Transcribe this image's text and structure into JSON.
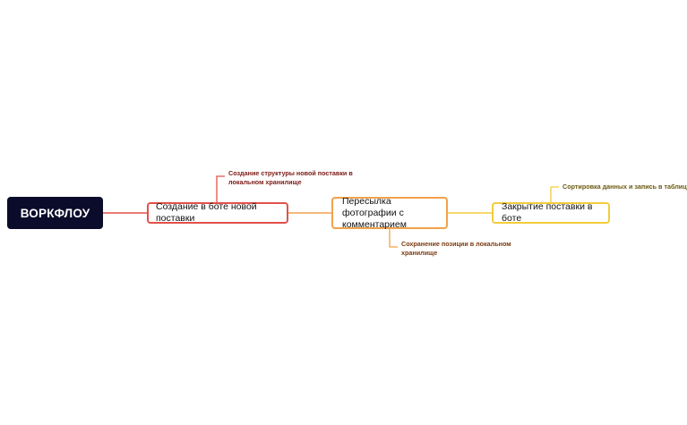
{
  "diagram": {
    "root": {
      "label": "ВОРКФЛОУ",
      "background": "#0b0b2b",
      "text_color": "#ffffff"
    },
    "steps": [
      {
        "label": "Создание в боте новой поставки",
        "border_color": "#e2514a",
        "note": "Создание структуры новой поставки в локальном хранилище",
        "note_color": "#7a1a16"
      },
      {
        "label": "Пересылка фотографии с комментарием",
        "border_color": "#f2a24a",
        "note": "Сохранение позиции в локальном хранилище",
        "note_color": "#7a3a10"
      },
      {
        "label": "Закрытие поставки в боте",
        "border_color": "#f2cc3c",
        "note": "Сортировка данных и запись в таблицу",
        "note_color": "#6b5a10"
      }
    ]
  }
}
